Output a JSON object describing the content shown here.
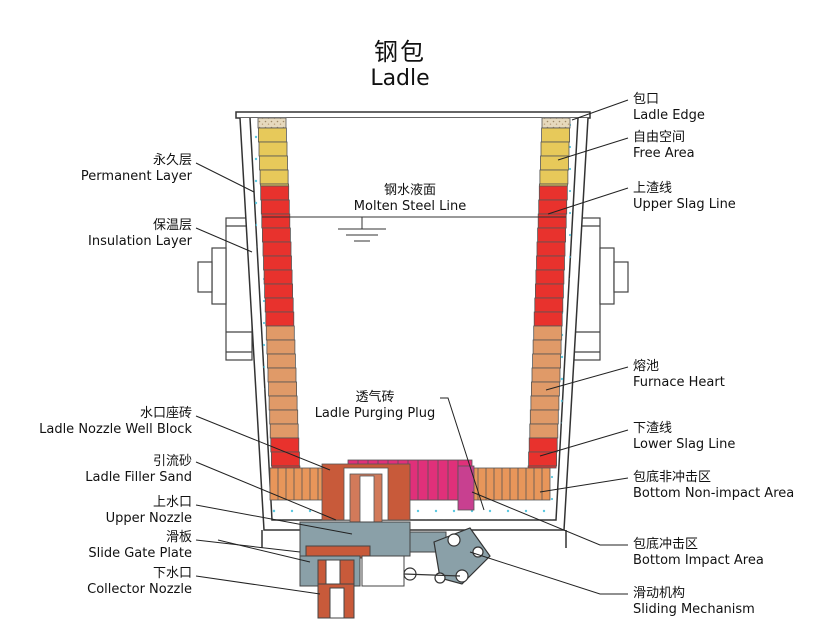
{
  "title": {
    "cn": "钢包",
    "en": "Ladle"
  },
  "labels": {
    "ladle_edge": {
      "cn": "包口",
      "en": "Ladle Edge"
    },
    "free_area": {
      "cn": "自由空间",
      "en": "Free Area"
    },
    "upper_slag_line": {
      "cn": "上渣线",
      "en": "Upper Slag Line"
    },
    "furnace_heart": {
      "cn": "熔池",
      "en": "Furnace Heart"
    },
    "lower_slag_line": {
      "cn": "下渣线",
      "en": "Lower Slag Line"
    },
    "bottom_non_impact": {
      "cn": "包底非冲击区",
      "en": "Bottom Non-impact Area"
    },
    "bottom_impact": {
      "cn": "包底冲击区",
      "en": "Bottom Impact Area"
    },
    "sliding_mechanism": {
      "cn": "滑动机构",
      "en": "Sliding Mechanism"
    },
    "permanent_layer": {
      "cn": "永久层",
      "en": "Permanent Layer"
    },
    "insulation_layer": {
      "cn": "保温层",
      "en": "Insulation Layer"
    },
    "nozzle_well_block": {
      "cn": "水口座砖",
      "en": "Ladle Nozzle Well Block"
    },
    "filler_sand": {
      "cn": "引流砂",
      "en": "Ladle Filler Sand"
    },
    "upper_nozzle": {
      "cn": "上水口",
      "en": "Upper Nozzle"
    },
    "slide_gate_plate": {
      "cn": "滑板",
      "en": "Slide Gate Plate"
    },
    "collector_nozzle": {
      "cn": "下水口",
      "en": "Collector Nozzle"
    },
    "molten_steel_line": {
      "cn": "钢水液面",
      "en": "Molten  Steel  Line"
    },
    "purging_plug": {
      "cn": "透气砖",
      "en": "Ladle Purging Plug"
    }
  },
  "colors": {
    "free_area": "#e7c95a",
    "slag_line": "#e8322d",
    "furnace_heart": "#e09a68",
    "bottom": "#e8965a",
    "impact": "#e0307a",
    "nozzle": "#c85a3a",
    "mechanism": "#8aa0a8",
    "sand": "#d8c8a8",
    "insulation_dot": "#5cc8e0"
  }
}
